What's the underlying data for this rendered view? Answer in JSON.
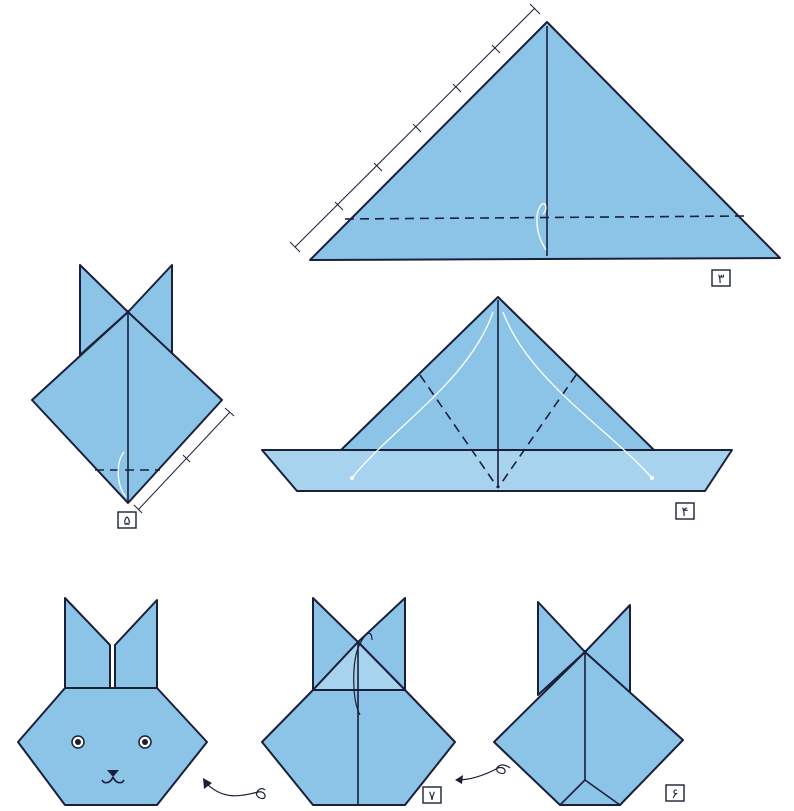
{
  "steps": [
    {
      "id": "step-3",
      "label": "٣"
    },
    {
      "id": "step-4",
      "label": "۴"
    },
    {
      "id": "step-5",
      "label": "۵"
    },
    {
      "id": "step-6",
      "label": "۶"
    },
    {
      "id": "step-7",
      "label": "٧"
    }
  ],
  "colors": {
    "paper": "#8cc4e8",
    "outline": "#1a1f3a",
    "background": "#ffffff"
  }
}
